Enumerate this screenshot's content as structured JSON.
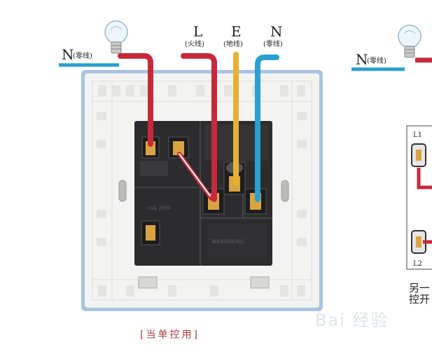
{
  "labels": {
    "neutral_left": "N",
    "neutral_left_sub": "(零线)",
    "live": "L",
    "live_sub": "(火线)",
    "earth": "E",
    "earth_sub": "(地线)",
    "neutral": "N",
    "neutral_sub": "(零线)",
    "neutral_right": "N",
    "neutral_right_sub": "(零线)",
    "l1": "L1",
    "l2": "L2"
  },
  "caption": "[当单控用]",
  "side_text": [
    "另一",
    "控开"
  ],
  "watermark": "Bai 经验",
  "colors": {
    "live_wire": "#c8283c",
    "earth_wire": "#e8b030",
    "neutral_wire": "#2aa0d0",
    "panel_border": "#a9c4e2",
    "panel_face": "#f3f3f1",
    "module": "#2c2c2e",
    "caption": "#b03a3a"
  }
}
